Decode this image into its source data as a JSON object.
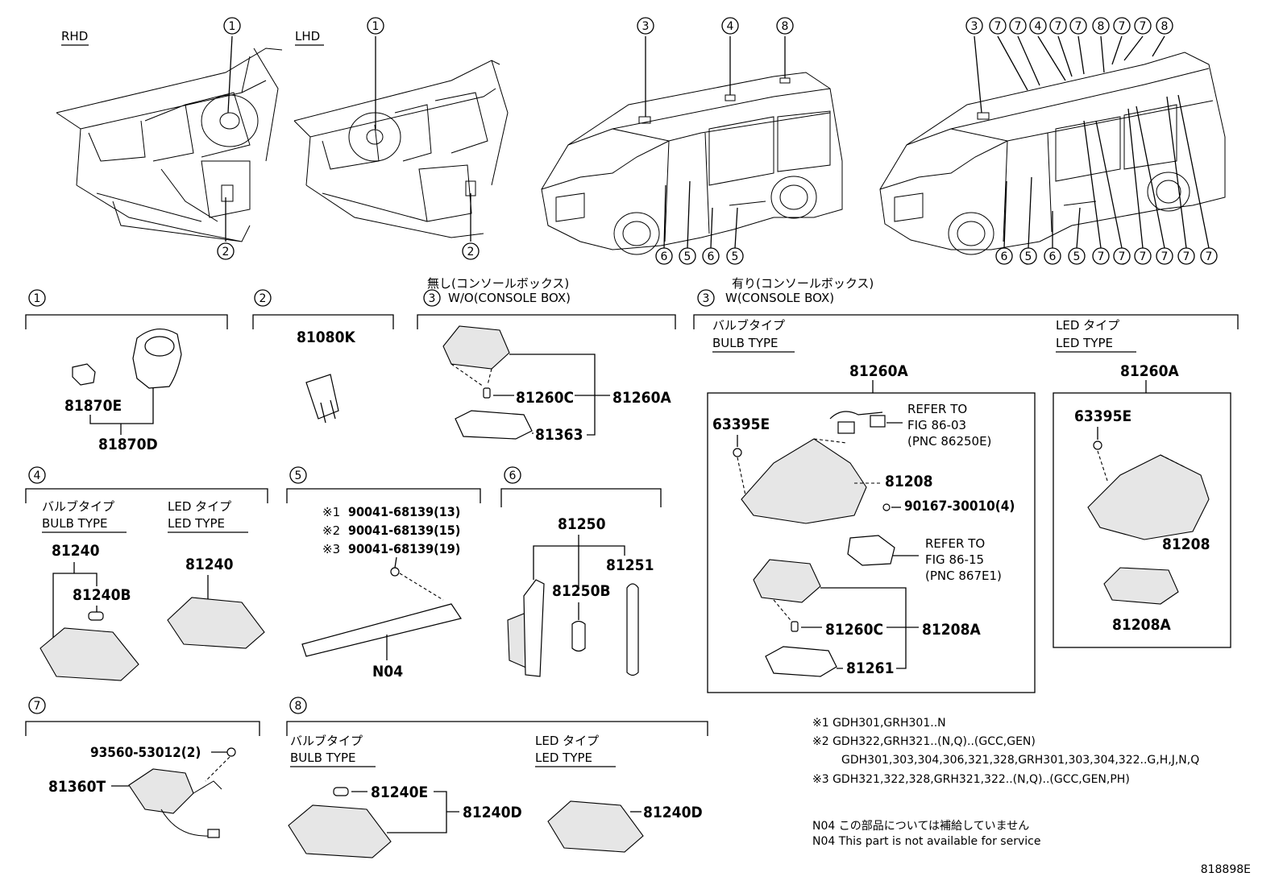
{
  "header": {
    "rhd": "RHD",
    "lhd": "LHD"
  },
  "sections": {
    "s3a_jp": "無し(コンソールボックス)",
    "s3a_en": "W/O(CONSOLE BOX)",
    "s3b_jp": "有り(コンソールボックス)",
    "s3b_en": "W(CONSOLE BOX)",
    "bulb_jp": "バルブタイプ",
    "bulb_en": "BULB TYPE",
    "led_jp": "LED タイプ",
    "led_en": "LED TYPE"
  },
  "callouts": {
    "c1": "1",
    "c2": "2",
    "c3": "3",
    "c4": "4",
    "c5": "5",
    "c6": "6",
    "c7": "7",
    "c8": "8"
  },
  "parts": {
    "p81870E": "81870E",
    "p81870D": "81870D",
    "p81080K": "81080K",
    "p81260C": "81260C",
    "p81260A": "81260A",
    "p81363": "81363",
    "p63395E": "63395E",
    "p81208": "81208",
    "p90167": "90167-30010(4)",
    "p81208A": "81208A",
    "p81261": "81261",
    "p81240": "81240",
    "p81240B": "81240B",
    "p90041_1": "90041-68139(13)",
    "p90041_2": "90041-68139(15)",
    "p90041_3": "90041-68139(19)",
    "pN04": "N04",
    "p81250": "81250",
    "p81250B": "81250B",
    "p81251": "81251",
    "p93560": "93560-53012(2)",
    "p81360T": "81360T",
    "p81240E": "81240E",
    "p81240D": "81240D"
  },
  "refs": {
    "r1_title": "REFER TO",
    "r1_fig": "FIG 86-03",
    "r1_pnc": "(PNC 86250E)",
    "r2_title": "REFER TO",
    "r2_fig": "FIG 86-15",
    "r2_pnc": "(PNC 867E1)"
  },
  "marks": {
    "m1": "※1",
    "m2": "※2",
    "m3": "※3"
  },
  "notes": {
    "n1": "※1 GDH301,GRH301..N",
    "n2a": "※2 GDH322,GRH321..(N,Q)..(GCC,GEN)",
    "n2b": "GDH301,303,304,306,321,328,GRH301,303,304,322..G,H,J,N,Q",
    "n3": "※3 GDH321,322,328,GRH321,322..(N,Q)..(GCC,GEN,PH)",
    "n04_jp": "N04 この部品については補給していません",
    "n04_en": "N04 This part is not available for service"
  },
  "footer": {
    "drawing_id": "818898E"
  }
}
